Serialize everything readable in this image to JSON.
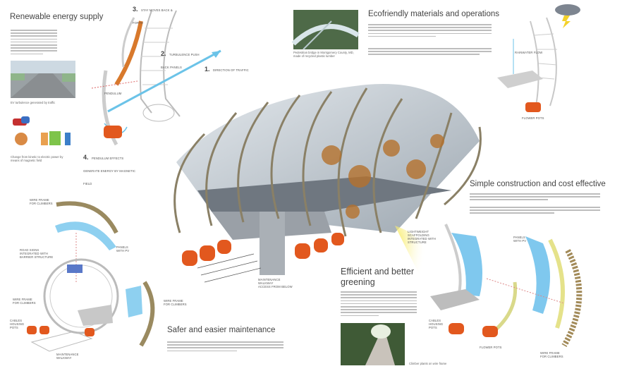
{
  "sections": {
    "renewable": {
      "title": "Renewable energy supply"
    },
    "ecofriendly": {
      "title": "Ecofriendly materials and operations"
    },
    "simple": {
      "title": "Simple construction and cost effective"
    },
    "greening": {
      "title": "Efficient and better greening"
    },
    "maintenance": {
      "title": "Safer and easier maintenance"
    }
  },
  "energy_steps": [
    {
      "num": "1.",
      "label": "Direction of traffic"
    },
    {
      "num": "2.",
      "label": "Turbulence push back panels"
    },
    {
      "num": "3.",
      "label": "Stay moves back & forth"
    },
    {
      "num": "4.",
      "label": "Pendulum effects generate energy by magnetic field"
    }
  ],
  "labels": {
    "pendulum": "Pendulum",
    "wire_frame_top": "Wire frame\nfor climbers",
    "panels_pv_left": "Panels\nwith PV",
    "road_signs": "Road signs\nintegrated with\nbarrier structure",
    "wire_frame_left": "Wire frame\nfor climbers",
    "cables_left": "Cables\nhousing\npots",
    "walkway": "Maintenance\nwalkway",
    "wire_frame_mid": "Wire frame\nfor climbers",
    "center_walkway": "Maintenance\nwalkway\naccess from below",
    "lightweight": "Lightweight\nscaffolding\nintegrated with\nstructure",
    "panels_pv_right": "Panels\nwith PV",
    "cables_right": "Cables\nhousing\npots",
    "flower_pots_right": "Flower pots",
    "wire_frame_right": "Wire frame\nfor climbers",
    "flower_pots_top": "Flower pots",
    "rainwater": "Rainwater flow"
  },
  "captions": {
    "turbulence_photo": "EV turbulence generated by traffic",
    "magnet": "Change from kinetic to electric power by means of magnetic field",
    "bridge_photo": "Pedestrian bridge in Montgomery County, MD, made of recycled plastic lumber",
    "green_tunnel": "Climber plants on wire frame"
  },
  "colors": {
    "accent_blue": "#5fb8e6",
    "pot_orange": "#e2581e",
    "frame_gray": "#b9bcc0",
    "sun_yellow": "#f4e04a"
  }
}
